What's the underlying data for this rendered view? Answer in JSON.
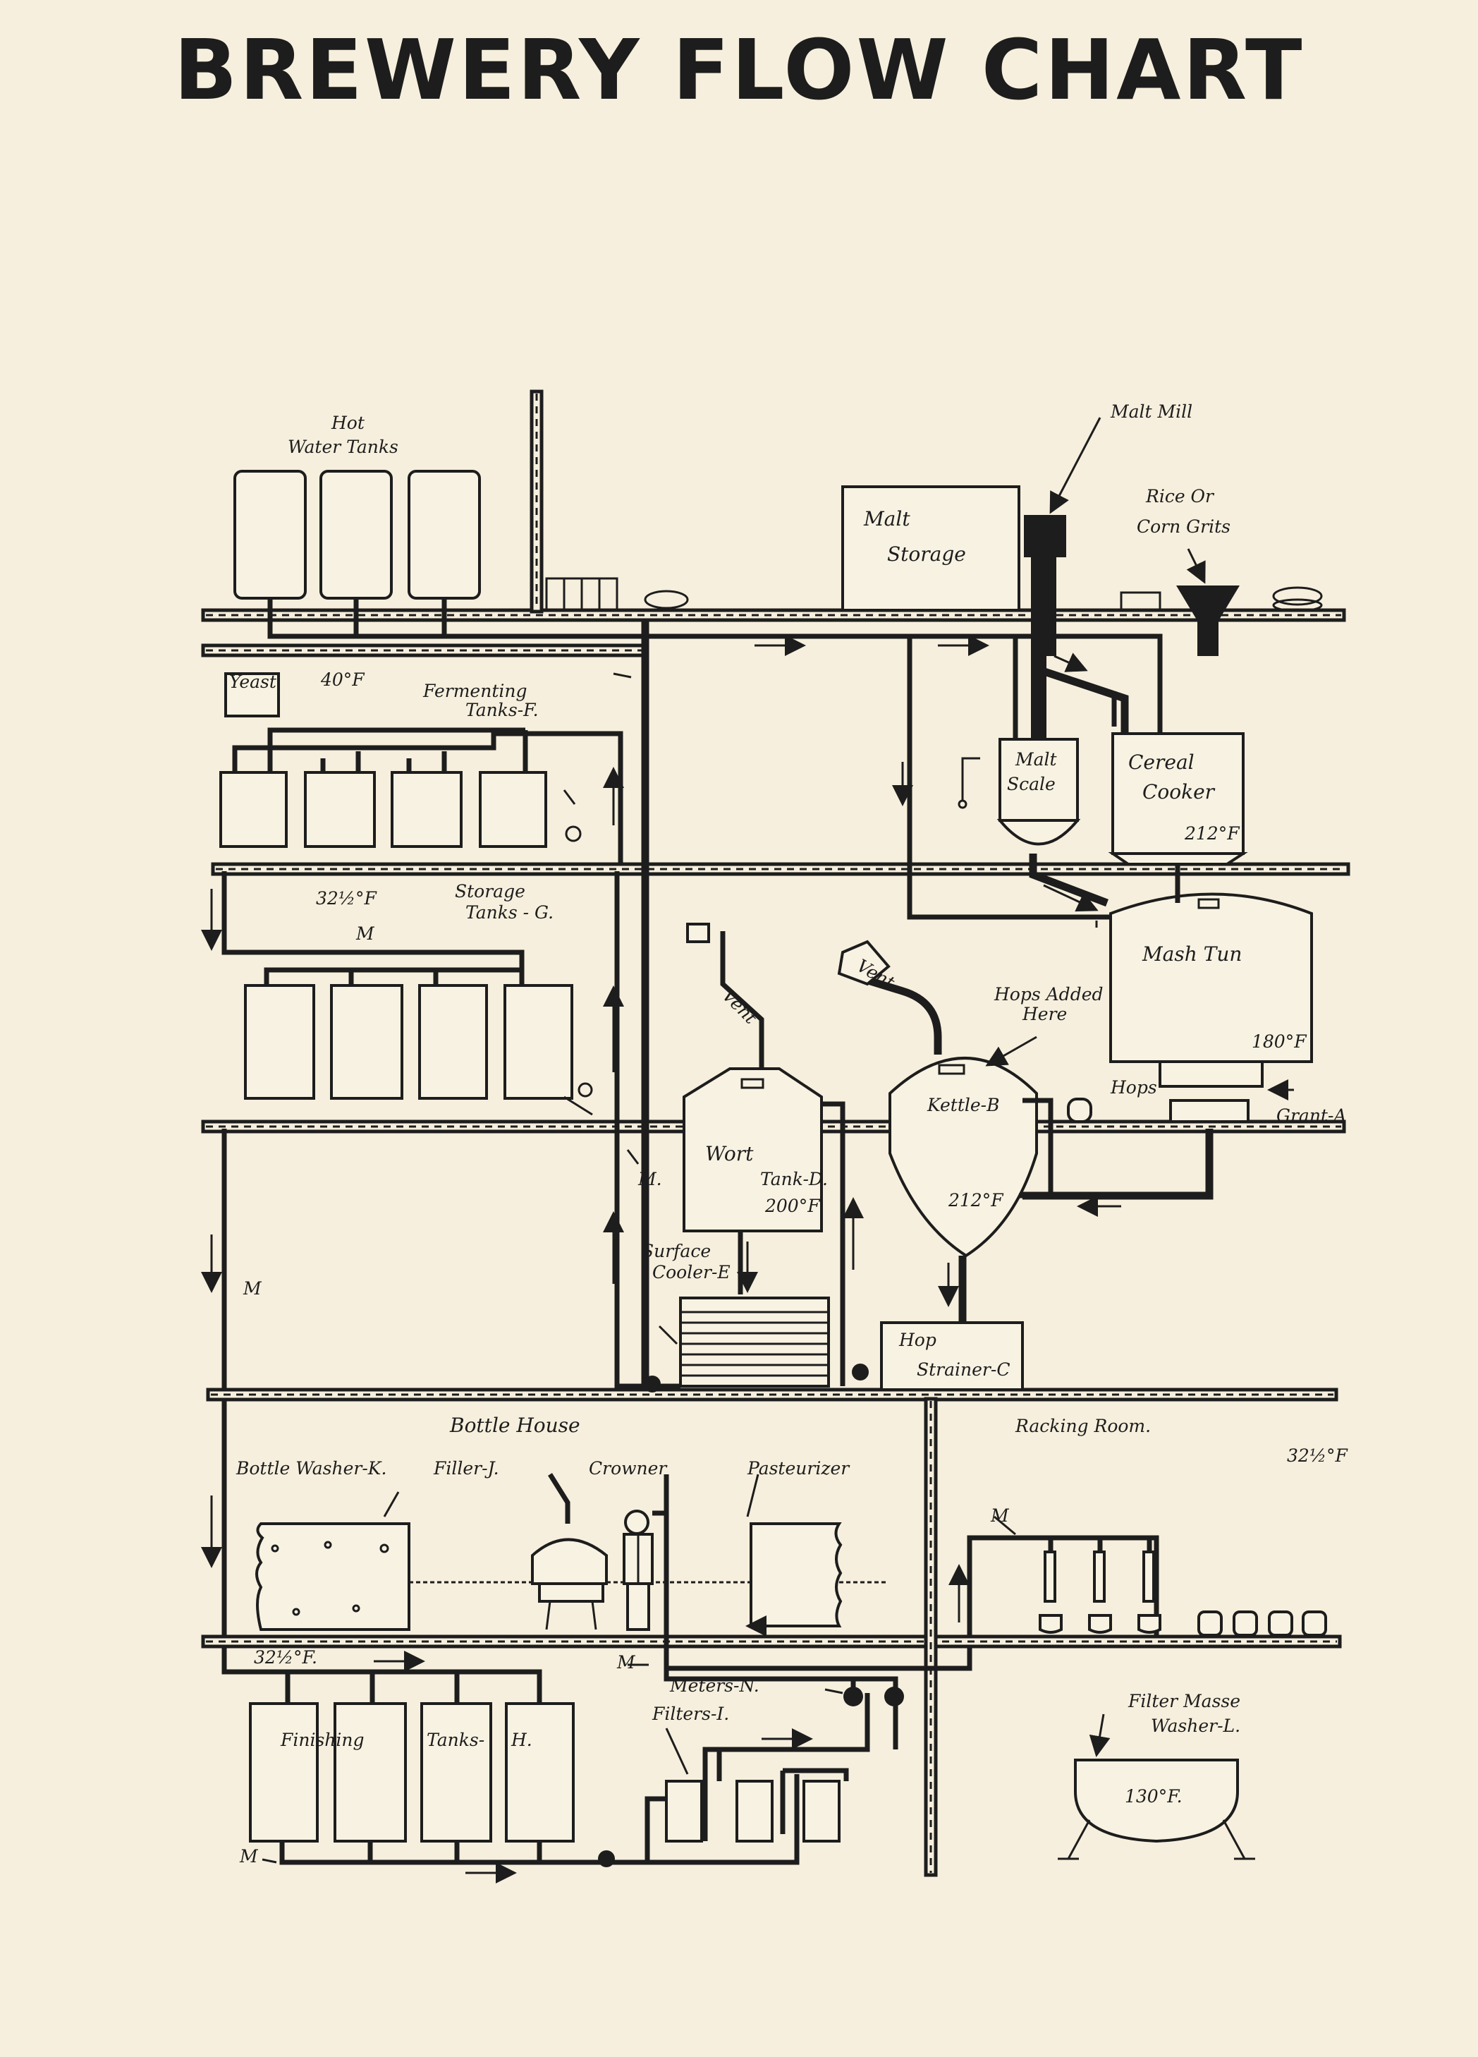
{
  "title": "BREWERY FLOW CHART",
  "labels": {
    "hot_water_tanks_1": "Hot",
    "hot_water_tanks_2": "Water Tanks",
    "malt_mill": "Malt Mill",
    "malt_storage_1": "Malt",
    "malt_storage_2": "Storage",
    "rice_grits_1": "Rice Or",
    "rice_grits_2": "Corn Grits",
    "yeast": "Yeast",
    "temp_40": "40°F",
    "fermenting_1": "Fermenting",
    "fermenting_2": "Tanks-F.",
    "malt_scale_1": "Malt",
    "malt_scale_2": "Scale",
    "cereal_cooker_1": "Cereal",
    "cereal_cooker_2": "Cooker",
    "cooker_temp": "212°F",
    "temp_32_storage": "32½°F",
    "storage_1": "Storage",
    "storage_2": "Tanks - G.",
    "mash_tun": "Mash Tun",
    "mash_temp": "180°F",
    "hops_added_1": "Hops Added",
    "hops_added_2": "Here",
    "vent_1": "Vent",
    "vent_2": "Vent",
    "kettle": "Kettle-B",
    "kettle_temp": "212°F",
    "hops": "Hops",
    "grant": "Grant-A",
    "wort_1": "Wort",
    "wort_2": "Tank-D.",
    "wort_temp": "200°F",
    "surface_cooler_1": "Surface",
    "surface_cooler_2": "Cooler-E",
    "hop_strainer_1": "Hop",
    "hop_strainer_2": "Strainer-C",
    "m_1": "M.",
    "m_2": "M",
    "m_3": "M",
    "m_4": "M",
    "m_5": "M",
    "m_6": "M",
    "bottle_house": "Bottle House",
    "racking_room": "Racking Room.",
    "temp_32_racking": "32½°F",
    "bottle_washer": "Bottle Washer-K.",
    "filler": "Filler-J.",
    "crowner": "Crowner",
    "pasteurizer": "Pasteurizer",
    "temp_32_finishing": "32½°F.",
    "meters": "Meters-N.",
    "filters": "Filters-I.",
    "finishing_1": "Finishing",
    "finishing_2": "Tanks-",
    "finishing_3": "H.",
    "filter_masse_1": "Filter Masse",
    "filter_masse_2": "Washer-L.",
    "washer_temp": "130°F."
  }
}
